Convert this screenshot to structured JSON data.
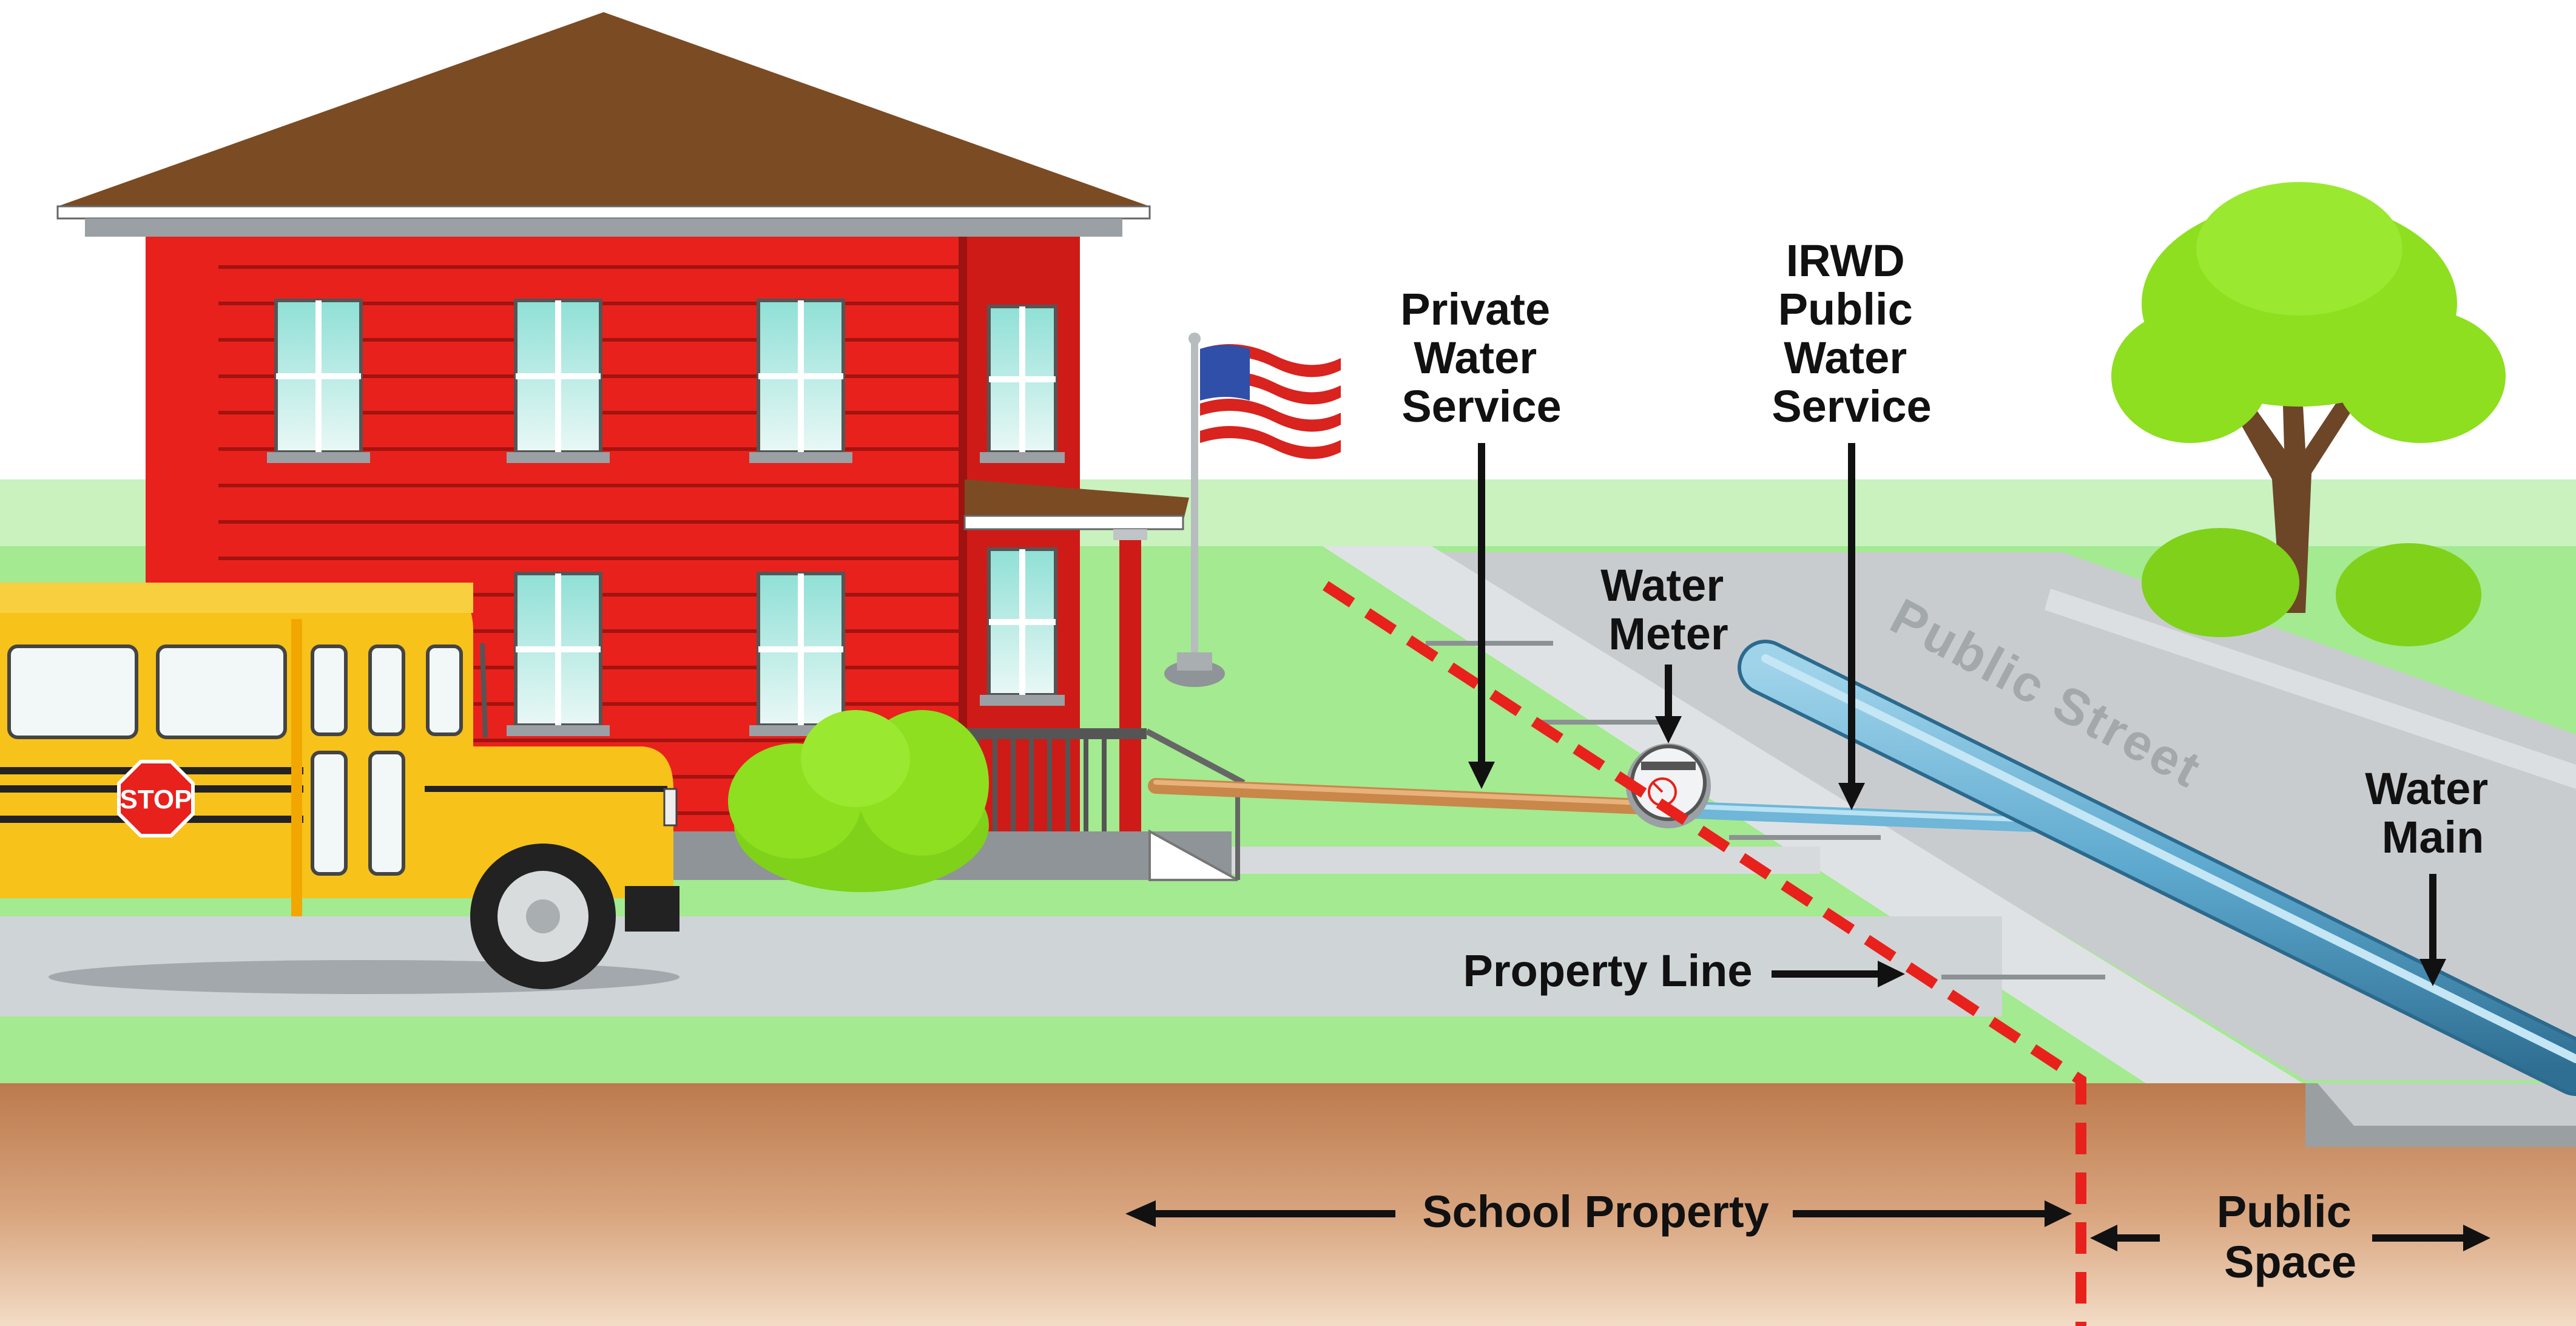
{
  "labels": {
    "private_service": [
      "Private",
      "Water",
      "Service"
    ],
    "public_service": [
      "IRWD",
      "Public",
      "Water",
      "Service"
    ],
    "water_meter": [
      "Water",
      "Meter"
    ],
    "water_main": [
      "Water",
      "Main"
    ],
    "property_line": "Property Line",
    "school_property": "School Property",
    "public_space": [
      "Public",
      "Space"
    ],
    "public_street": "Public Street",
    "stop_sign": "STOP"
  },
  "colors": {
    "sky": "#ffffff",
    "lawn": "#9de98a",
    "soil": "#c8895c",
    "house_red": "#e8211c",
    "roof": "#7b4b23",
    "bus_yellow": "#f7c21a",
    "private_pipe": "#c9874a",
    "public_pipe": "#6fb6d8",
    "property_line": "#e8211c",
    "tree_green": "#8ddf1f"
  }
}
